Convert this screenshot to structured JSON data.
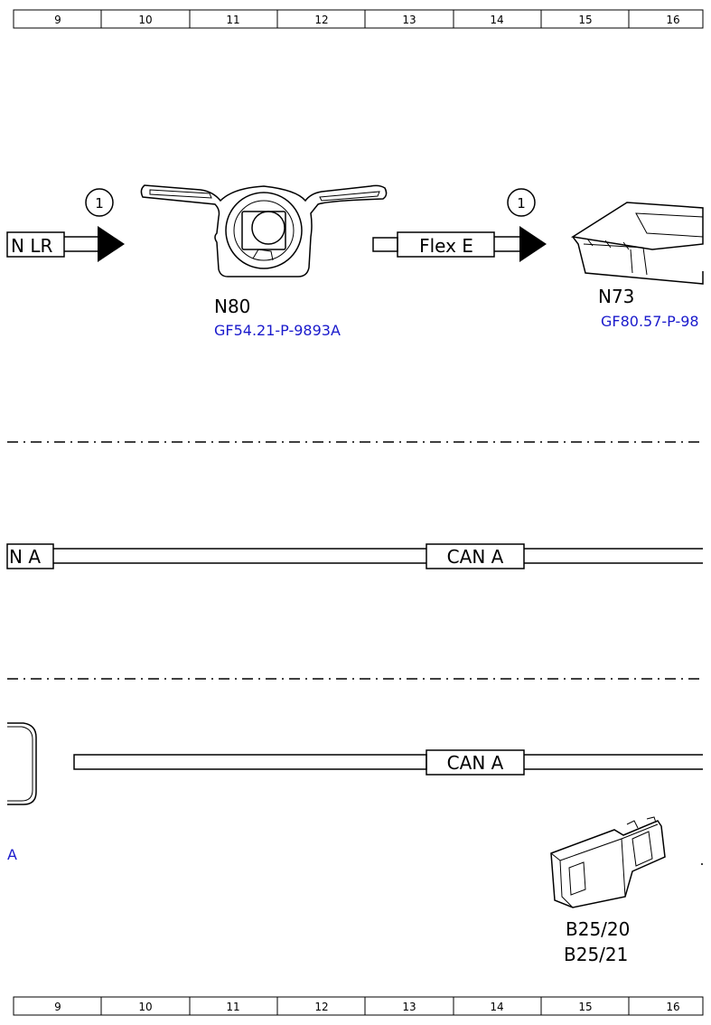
{
  "ruler": {
    "top": [
      "9",
      "10",
      "11",
      "12",
      "13",
      "14",
      "15",
      "16"
    ],
    "bottom": [
      "9",
      "10",
      "11",
      "12",
      "13",
      "14",
      "15",
      "16"
    ]
  },
  "components": {
    "n80": {
      "name": "N80",
      "ref": "GF54.21-P-9893A"
    },
    "n73": {
      "name": "N73",
      "ref": "GF80.57-P-98"
    },
    "b25": {
      "name1": "B25/20",
      "name2": "B25/21"
    },
    "left_fragment_ref": "A"
  },
  "buses": {
    "lin_lr": "N LR",
    "flex_e": "Flex E",
    "can_a_left": "N A",
    "can_a_mid": "CAN A",
    "can_a_lower": "CAN A"
  },
  "markers": {
    "m1": "1",
    "m2": "1"
  }
}
